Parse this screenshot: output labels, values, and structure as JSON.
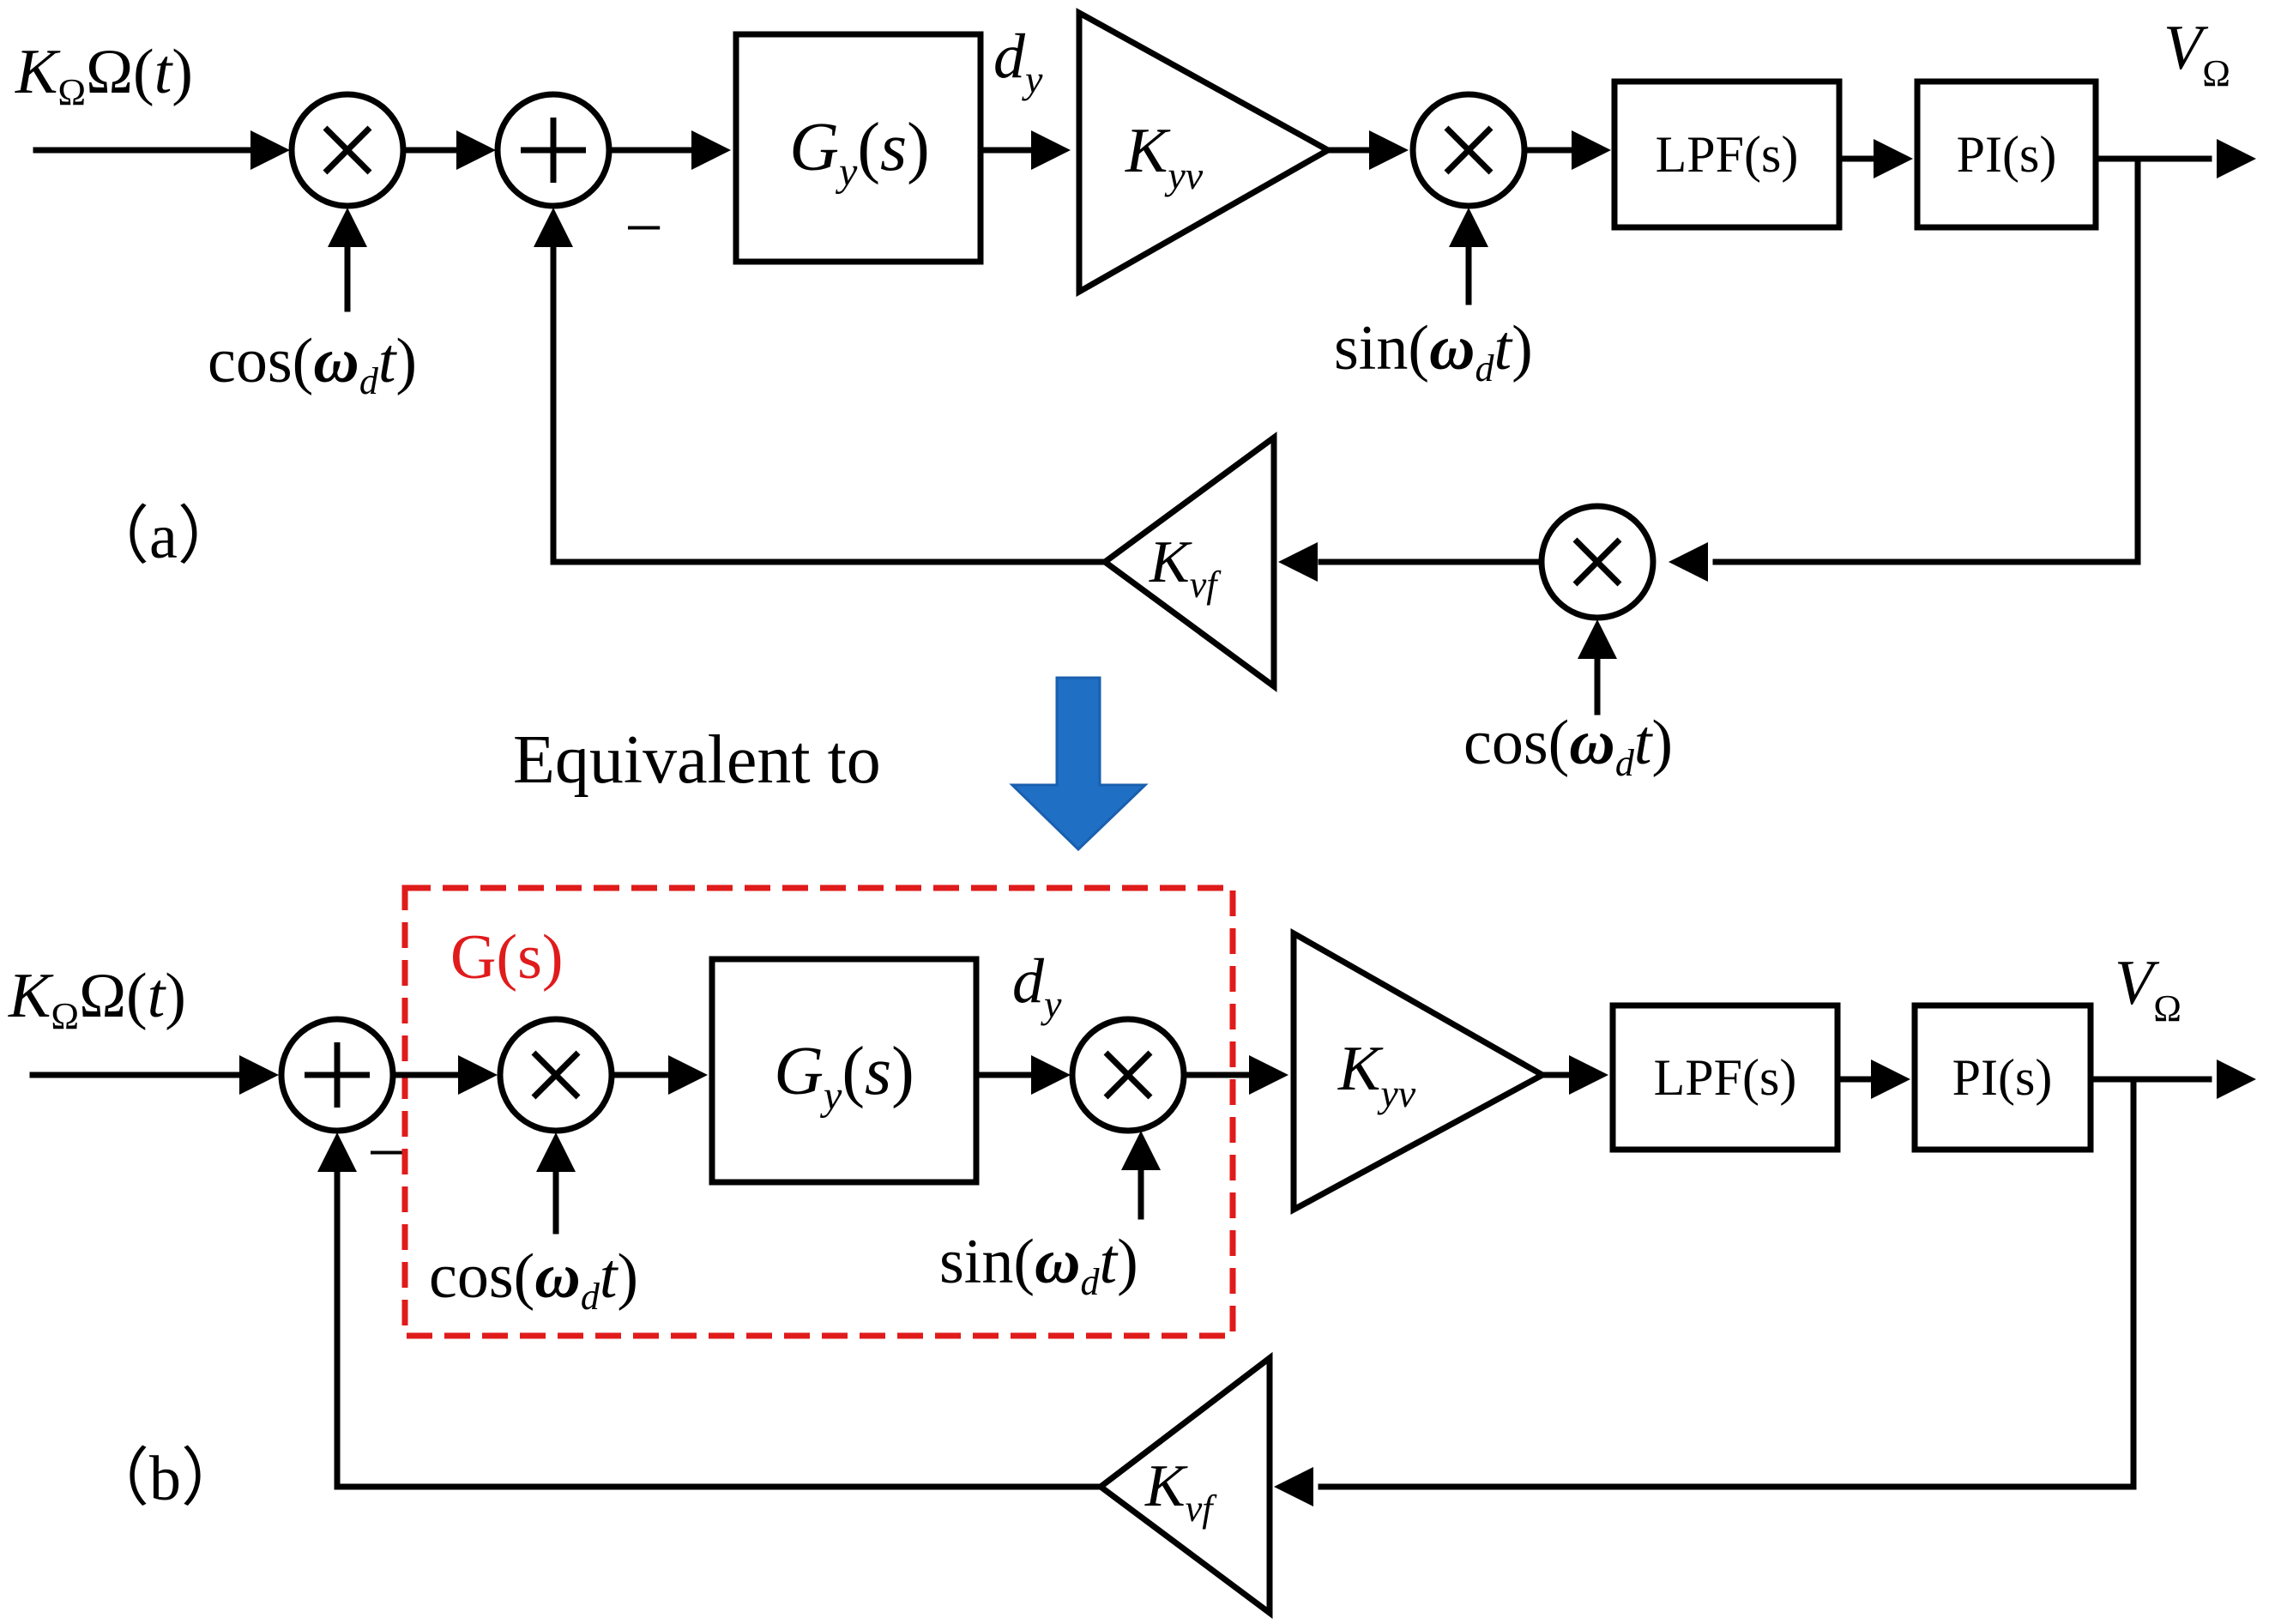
{
  "panel_a": {
    "label": "（a）",
    "input": {
      "K": "K",
      "sub": "Ω",
      "rest": "Ω(",
      "t": "t",
      "close": ")"
    },
    "mult1_ref": {
      "fn": "cos(",
      "w": "ω",
      "sub": "d",
      "t": "t",
      "close": ")"
    },
    "minus": "−",
    "gy": {
      "G": "G",
      "sub": "y",
      "arg": "(",
      "s": "s",
      "close": ")"
    },
    "dy": {
      "d": "d",
      "sub": "y"
    },
    "kyv": {
      "K": "K",
      "sub": "yv"
    },
    "mult2_ref": {
      "fn": "sin(",
      "w": "ω",
      "sub": "d",
      "t": "t",
      "close": ")"
    },
    "lpf": "LPF(s)",
    "pi": "PI(s)",
    "output": {
      "V": "V",
      "sub": "Ω"
    },
    "fb_mult_ref": {
      "fn": "cos(",
      "w": "ω",
      "sub": "d",
      "t": "t",
      "close": ")"
    },
    "kvf": {
      "K": "K",
      "sub": "vf"
    }
  },
  "equivalent_label": "Equivalent to",
  "arrow_color": "#1f6fc5",
  "panel_b": {
    "label": "（b）",
    "input": {
      "K": "K",
      "sub": "Ω",
      "rest": "Ω(",
      "t": "t",
      "close": ")"
    },
    "minus": "−",
    "g_box_label": "G(s)",
    "g_box_color": "#e01b1b",
    "mult1_ref": {
      "fn": "cos(",
      "w": "ω",
      "sub": "d",
      "t": "t",
      "close": ")"
    },
    "gy": {
      "G": "G",
      "sub": "y",
      "arg": "(",
      "s": "s",
      "close": ")"
    },
    "dy": {
      "d": "d",
      "sub": "y"
    },
    "mult2_ref": {
      "fn": "sin(",
      "w": "ω",
      "sub": "d",
      "t": "t",
      "close": ")"
    },
    "kyv": {
      "K": "K",
      "sub": "yv"
    },
    "lpf": "LPF(s)",
    "pi": "PI(s)",
    "output": {
      "V": "V",
      "sub": "Ω"
    },
    "kvf": {
      "K": "K",
      "sub": "vf"
    }
  }
}
